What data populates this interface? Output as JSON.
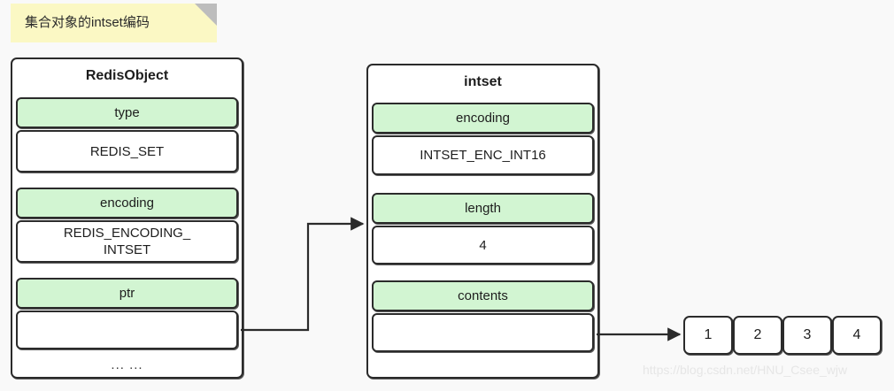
{
  "note": {
    "text": "集合对象的intset编码",
    "bg_color": "#fbf8c4",
    "fold_color": "#bdbdbd"
  },
  "colors": {
    "background": "#f9f9f9",
    "field_header": "#d2f5d2",
    "field_value": "#ffffff",
    "stroke": "#2b2b2b"
  },
  "redis_object": {
    "title": "RedisObject",
    "fields": [
      {
        "name": "type",
        "value": "REDIS_SET"
      },
      {
        "name": "encoding",
        "value": "REDIS_ENCODING_\nINTSET"
      },
      {
        "name": "ptr",
        "value": ""
      }
    ],
    "footer": "... ..."
  },
  "intset": {
    "title": "intset",
    "fields": [
      {
        "name": "encoding",
        "value": "INTSET_ENC_INT16"
      },
      {
        "name": "length",
        "value": "4"
      },
      {
        "name": "contents",
        "value": ""
      }
    ]
  },
  "contents_array": {
    "items": [
      "1",
      "2",
      "3",
      "4"
    ]
  },
  "watermark": {
    "text": "https://blog.csdn.net/HNU_Csee_wjw"
  }
}
